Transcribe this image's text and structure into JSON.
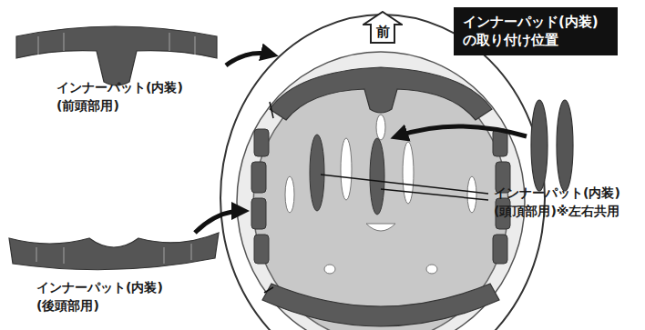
{
  "diagram": {
    "title": "インナーパッド(内装)の取り付け位置",
    "nodes": [
      {
        "text": [
          "前"
        ]
      }
    ],
    "labels": [
      "インナーパット(内装)",
      "(前頭部用)",
      "インナーパット(内装)",
      "(頭頂部用)※左右共用",
      "インナーパット(内装)",
      "(後頭部用)"
    ]
  }
}
